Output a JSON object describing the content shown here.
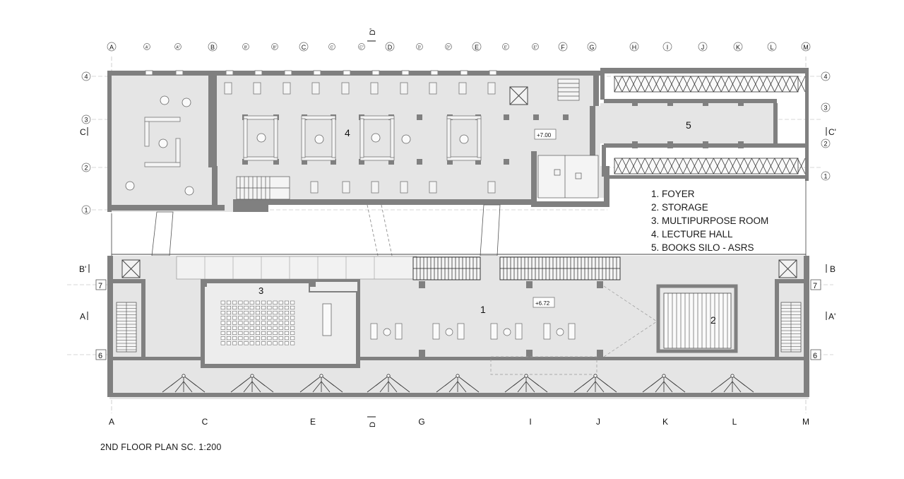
{
  "plan": {
    "title": "2ND FLOOR PLAN SC. 1:200",
    "legend": [
      "1. FOYER",
      "2. STORAGE",
      "3. MULTIPURPOSE ROOM",
      "4. LECTURE HALL",
      "5. BOOKS SILO - ASRS"
    ],
    "room_numbers": {
      "foyer": "1",
      "storage": "2",
      "multipurpose": "3",
      "lecture": "4",
      "silo": "5"
    },
    "levels": {
      "upper": "+7.00",
      "lower": "+6.72"
    },
    "top_grid": [
      "A",
      "A'",
      "A\"",
      "B",
      "B'",
      "B\"",
      "C",
      "C'",
      "C\"",
      "D",
      "D'",
      "D\"",
      "E",
      "E'",
      "E\"",
      "F",
      "G",
      "H",
      "I",
      "J",
      "K",
      "L",
      "M"
    ],
    "bottom_grid": [
      "A",
      "C",
      "E",
      "G",
      "I",
      "J",
      "K",
      "L",
      "M"
    ],
    "row_labels_left": [
      "4",
      "3",
      "2",
      "1"
    ],
    "row_labels_right": [
      "4",
      "3",
      "2",
      "1"
    ],
    "section_marks": {
      "top": "D'",
      "bottom": "D",
      "left_c": "C",
      "right_c": "C'",
      "left_b": "B'",
      "right_b": "B",
      "left_a": "A",
      "right_a": "A'"
    },
    "row_marks": {
      "seven": "7",
      "six": "6"
    },
    "colors": {
      "wall": "#7d7d7d",
      "floor": "#e6e6e6",
      "line": "#444444",
      "grid": "#9a9a9a"
    }
  }
}
